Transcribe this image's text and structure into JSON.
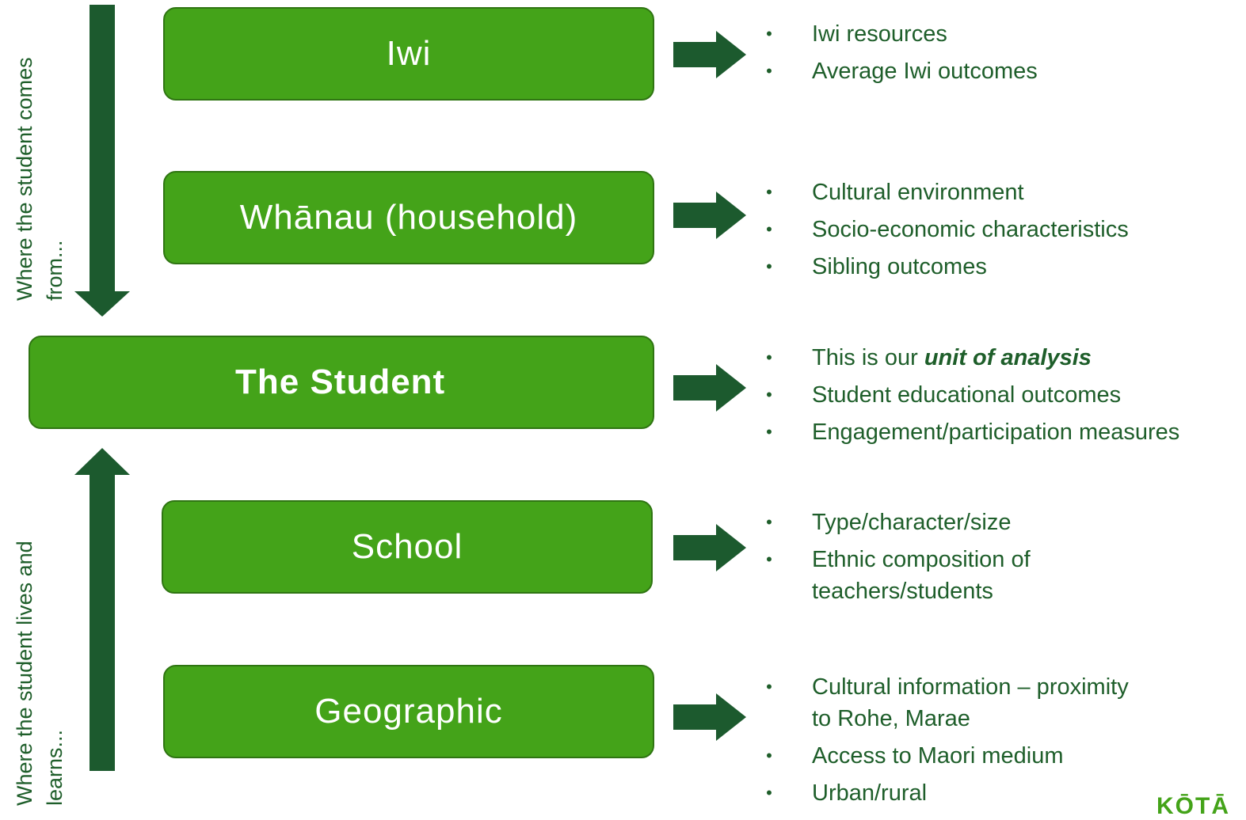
{
  "boxes": {
    "iwi": "Iwi",
    "whanau": "Whānau (household)",
    "student": "The Student",
    "school": "School",
    "geographic": "Geographic"
  },
  "side_labels": {
    "top": "Where the student comes\nfrom...",
    "bottom": "Where the student lives and\nlearns..."
  },
  "bullets": {
    "iwi": [
      "Iwi resources",
      "Average Iwi outcomes"
    ],
    "whanau": [
      "Cultural environment",
      "Socio-economic characteristics",
      "Sibling outcomes"
    ],
    "student": {
      "first_prefix": "This is our ",
      "first_emphasis": "unit of analysis",
      "rest": [
        "Student educational outcomes",
        "Engagement/participation measures"
      ]
    },
    "school": [
      "Type/character/size",
      "Ethnic composition of teachers/students"
    ],
    "geographic": [
      "Cultural information – proximity to Rohe, Marae",
      "Access to Maori medium",
      "Urban/rural"
    ]
  },
  "bullet_char": "•",
  "logo_text": "KŌTĀ",
  "colors": {
    "box_fill": "#44a319",
    "box_border": "#2f7512",
    "arrow": "#1c5a2e",
    "text": "#1e5e2a"
  }
}
